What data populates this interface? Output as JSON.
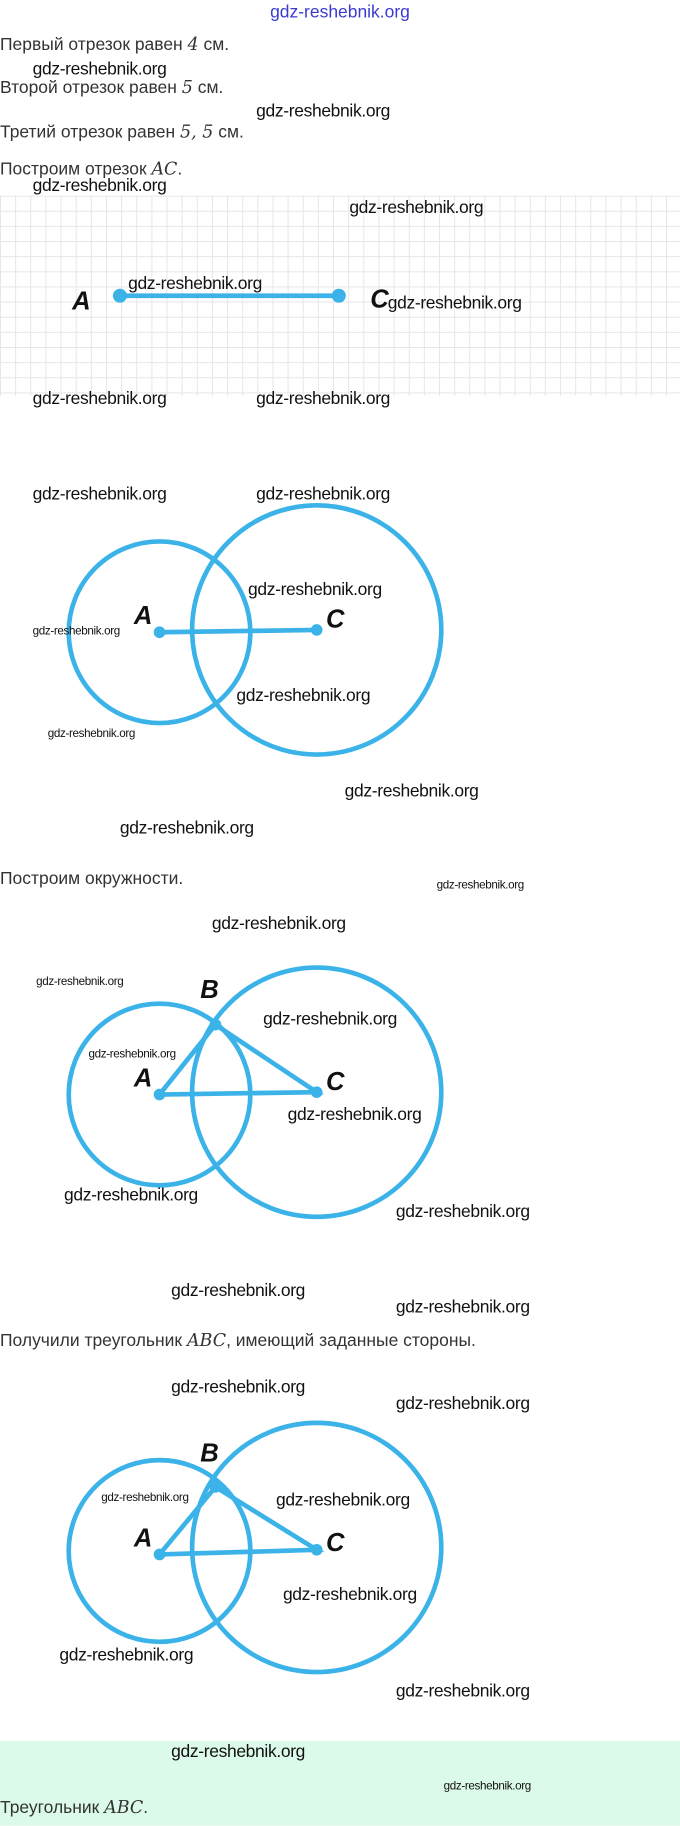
{
  "header": {
    "watermark": "gdz-reshebnik.org"
  },
  "watermark": "gdz-reshebnik.org",
  "lines": {
    "l1a": "Первый отрезок равен ",
    "l1m": "4",
    "l1b": " см.",
    "l2a": "Второй отрезок равен ",
    "l2m": "5",
    "l2b": " см.",
    "l3a": "Третий отрезок равен ",
    "l3m": "5, 5",
    "l3b": " см.",
    "l4a": "Построим отрезок ",
    "l4m": "AC",
    "l4b": ".",
    "l5": "Построим окружности.",
    "l6a": "Получили треугольник ",
    "l6m": "ABC",
    "l6b": ", имеющий заданные стороны.",
    "l7a": "Треугольник ",
    "l7m": "ABC",
    "l7b": "."
  },
  "points": {
    "a": "A",
    "b": "B",
    "c": "C"
  },
  "colors": {
    "accent": "#3bb3e8",
    "answer_bg": "#dcfaea"
  }
}
